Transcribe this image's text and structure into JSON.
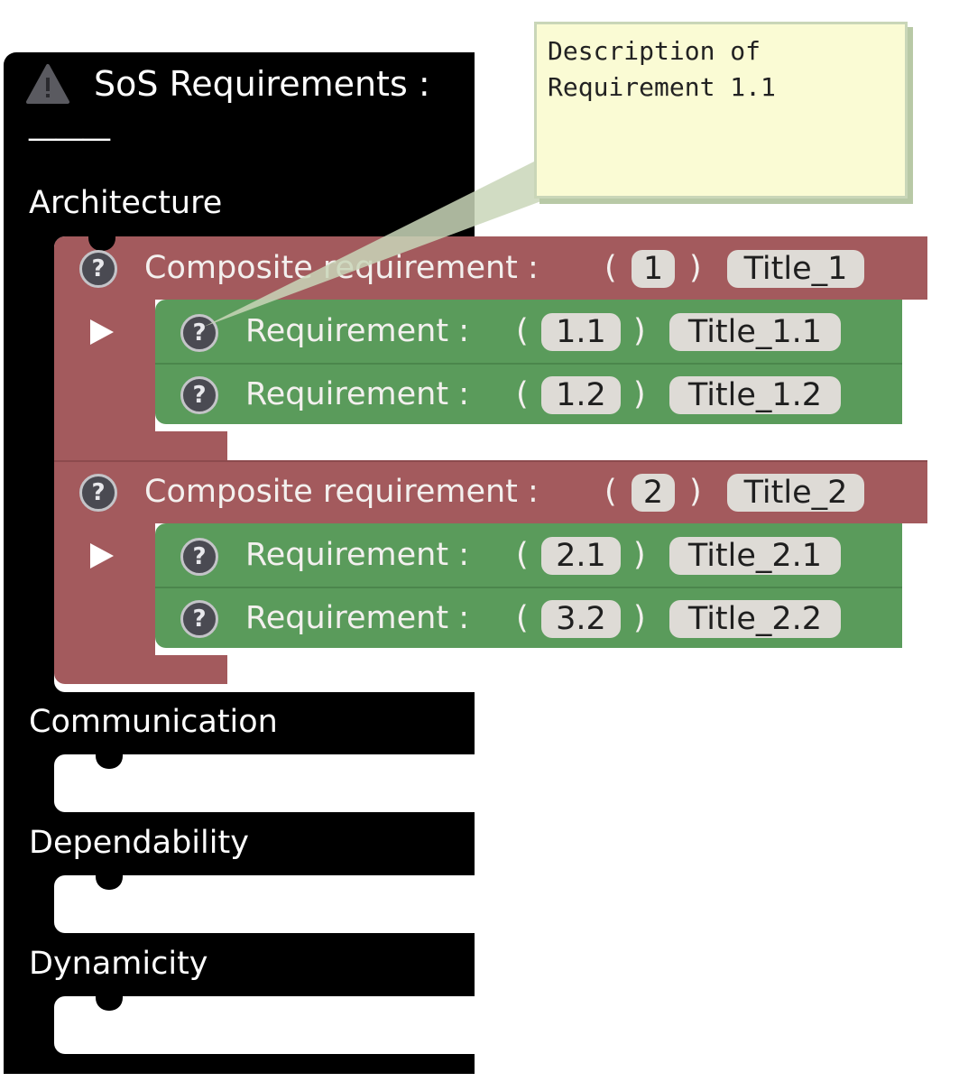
{
  "header": {
    "title": "SoS Requirements :",
    "underline": "———",
    "icon": "warning-icon"
  },
  "tooltip": {
    "text": "Description of\nRequirement 1.1"
  },
  "categories": [
    {
      "label": "Architecture"
    },
    {
      "label": "Communication"
    },
    {
      "label": "Dependability"
    },
    {
      "label": "Dynamicity"
    }
  ],
  "composites": [
    {
      "label": "Composite requirement :",
      "id": "1",
      "title": "Title_1",
      "children": [
        {
          "label": "Requirement :",
          "id": "1.1",
          "title": "Title_1.1"
        },
        {
          "label": "Requirement :",
          "id": "1.2",
          "title": "Title_1.2"
        }
      ]
    },
    {
      "label": "Composite requirement :",
      "id": "2",
      "title": "Title_2",
      "children": [
        {
          "label": "Requirement :",
          "id": "2.1",
          "title": "Title_2.1"
        },
        {
          "label": "Requirement :",
          "id": "3.2",
          "title": "Title_2.2"
        }
      ]
    }
  ],
  "paren_open": "(",
  "paren_close": ")",
  "help_glyph": "?",
  "colors": {
    "container": "#000000",
    "composite": "#a35a5d",
    "requirement": "#5a9b5b",
    "field": "#dedbd6",
    "tooltip_bg": "#fafbd4"
  }
}
